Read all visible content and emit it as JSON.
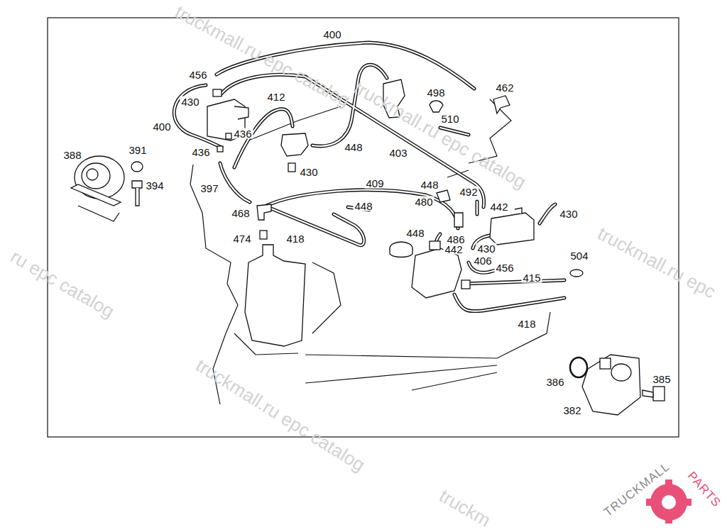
{
  "diagram": {
    "labels": [
      "400",
      "456",
      "462",
      "498",
      "430",
      "412",
      "510",
      "400",
      "436",
      "388",
      "391",
      "436",
      "448",
      "403",
      "430",
      "394",
      "397",
      "409",
      "448",
      "480",
      "492",
      "448",
      "442",
      "430",
      "468",
      "448",
      "486",
      "474",
      "418",
      "442",
      "430",
      "504",
      "406",
      "456",
      "415",
      "418",
      "386",
      "385",
      "382",
      "truckmall.ru epc catalog",
      "truckmall.ru epc catalog",
      "truckmall.ru epc",
      "ru epc catalog",
      "truckmall.ru epc catalog",
      "truckm",
      "TRUCKMALL",
      "PARTS"
    ]
  }
}
